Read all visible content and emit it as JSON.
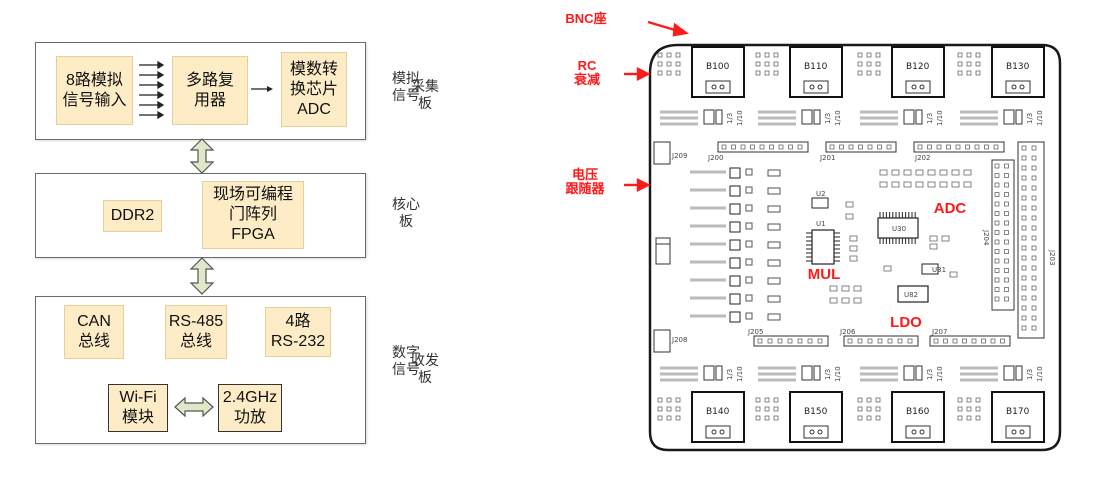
{
  "diagram": {
    "acquisition": {
      "modules": [
        "8路模拟\n信号输入",
        "多路复\n用器",
        "模数转\n换芯片\nADC"
      ],
      "label_inner": "模拟\n信号",
      "label_outer": "采集\n板"
    },
    "core": {
      "modules": [
        "DDR2",
        "现场可编程\n门阵列\nFPGA"
      ],
      "label_inner": "核心\n板"
    },
    "transceiver": {
      "modules": [
        "CAN\n总线",
        "RS-485\n总线",
        "4路\nRS-232",
        "Wi-Fi\n模块",
        "2.4GHz\n功放"
      ],
      "label_inner": "数字\n信号",
      "label_outer": "收发\n板"
    }
  },
  "pcb": {
    "bnc_top": [
      "B100",
      "B110",
      "B120",
      "B130"
    ],
    "bnc_bottom": [
      "B140",
      "B150",
      "B160",
      "B170"
    ],
    "headers": [
      "J200",
      "J201",
      "J202",
      "J205",
      "J206",
      "J207",
      "J208",
      "J209",
      "J203",
      "J204"
    ],
    "chips": [
      "U30",
      "U1",
      "U2",
      "U31",
      "U82"
    ],
    "ratio_labels": [
      "1/3",
      "1/10"
    ],
    "annotations": {
      "bnc": "BNC座",
      "rc": "RC\n衰减",
      "follower": "电压\n跟随器",
      "adc": "ADC",
      "mul": "MUL",
      "ldo": "LDO"
    }
  },
  "colors": {
    "module_fill": "#fdecc6",
    "arrow_fill": "#dfe8c8",
    "annotation_red": "#ff1a1a"
  }
}
